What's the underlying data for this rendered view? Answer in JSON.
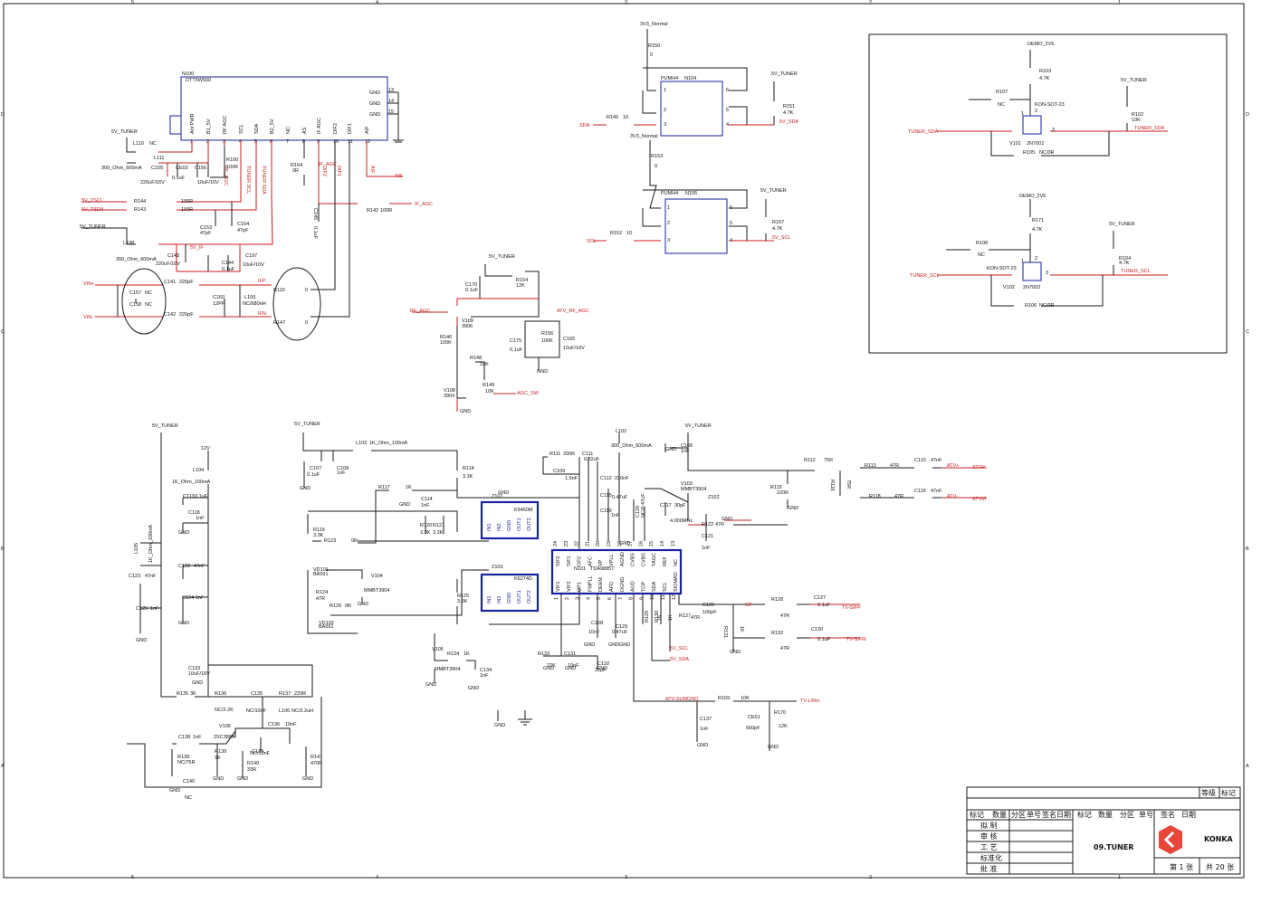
{
  "colors": {
    "wire": "#1a1a1a",
    "component": "#1a22a0",
    "net": "#c81e1e",
    "logo": "#e8463a"
  },
  "border": {
    "top": [
      "5",
      "4",
      "3",
      "2",
      "1"
    ],
    "bottom": [
      "5",
      "4",
      "3",
      "2",
      "1"
    ],
    "left": [
      "D",
      "C",
      "B",
      "A"
    ],
    "right": [
      "D",
      "C",
      "B",
      "A"
    ]
  },
  "tuner": {
    "ref": "N100",
    "part": "DTT5W500",
    "pins": [
      "Ant PWR",
      "B1_5V",
      "RF AGC",
      "SCL",
      "SDA",
      "B2_5V",
      "NC",
      "AS",
      "IF AGC",
      "DIF2",
      "DIF1",
      "AIF"
    ],
    "pin_numbers": [
      "1",
      "2",
      "3",
      "4",
      "5",
      "6",
      "7",
      "8",
      "9",
      "10",
      "11",
      "12"
    ],
    "gnd_pins": [
      "GND",
      "GND",
      "GND"
    ],
    "gnd_numbers": [
      "13",
      "14",
      "15"
    ],
    "side_labels": [
      "RF_AGC",
      "TUNER SCL",
      "TUNER SDA",
      "DIF1",
      "DIF2",
      "AIF"
    ]
  },
  "nets": [
    "5V_TUNER",
    "5V_TSCL",
    "5V_TSDA",
    "VIN+",
    "VIN-",
    "IFP",
    "IFN",
    "5V_IF",
    "IF_AGC",
    "RF_AGC",
    "ATV_RF_AGC",
    "AGC_SW",
    "3V3_Normal",
    "SDA",
    "SCL",
    "5V_SDA",
    "5V_SCL",
    "DEMO_2V5",
    "TUNER_SDA",
    "TUNER_SCL",
    "12V",
    "AIF",
    "ATV+",
    "ATV-",
    "ATVP",
    "ATVM",
    "SIF",
    "TV-SIFP",
    "TV-SIFM",
    "ATV-SUMONO",
    "TV-L/Rin",
    "5V_SCL",
    "5V_SDA",
    "GND"
  ],
  "components": [
    {
      "ref": "L110",
      "value": "NC"
    },
    {
      "ref": "L111",
      "value": "300_Ohm_600mA"
    },
    {
      "ref": "C155",
      "value": "220uF/16V"
    },
    {
      "ref": "CE02",
      "value": "0.1uF"
    },
    {
      "ref": "C156",
      "value": "10uF/10V"
    },
    {
      "ref": "R100",
      "value": "100R"
    },
    {
      "ref": "R164",
      "value": "0R"
    },
    {
      "ref": "R144",
      "value": "100R"
    },
    {
      "ref": "R143",
      "value": "100R"
    },
    {
      "ref": "C153",
      "value": "47pF"
    },
    {
      "ref": "C154",
      "value": "47pF"
    },
    {
      "ref": "C145",
      "value": "0.1uF"
    },
    {
      "ref": "R142",
      "value": "100R"
    },
    {
      "ref": "L198",
      "value": "300_Ohm_600mA"
    },
    {
      "ref": "C143",
      "value": "220uF/16V"
    },
    {
      "ref": "C144",
      "value": "0.1uF"
    },
    {
      "ref": "C197",
      "value": "10uF/10V"
    },
    {
      "ref": "C141",
      "value": "220pF"
    },
    {
      "ref": "C157",
      "value": "NC"
    },
    {
      "ref": "C158",
      "value": "NC"
    },
    {
      "ref": "C142",
      "value": "220pF"
    },
    {
      "ref": "C160",
      "value": "12PF"
    },
    {
      "ref": "L109",
      "value": "NC/680nH"
    },
    {
      "ref": "R110",
      "value": "0"
    },
    {
      "ref": "R147",
      "value": "0"
    },
    {
      "ref": "C170",
      "value": "0.1uF"
    },
    {
      "ref": "R154",
      "value": "12K"
    },
    {
      "ref": "V109",
      "value": "3906"
    },
    {
      "ref": "R146",
      "value": "100K"
    },
    {
      "ref": "R148",
      "value": "10K"
    },
    {
      "ref": "R149",
      "value": "10K"
    },
    {
      "ref": "V108",
      "value": "3904"
    },
    {
      "ref": "C175",
      "value": "0.1uF"
    },
    {
      "ref": "R156",
      "value": "100K"
    },
    {
      "ref": "C165",
      "value": "10uF/16V"
    },
    {
      "ref": "R150",
      "value": "0"
    },
    {
      "ref": "N104",
      "value": "PUMH4"
    },
    {
      "ref": "R145",
      "value": "10"
    },
    {
      "ref": "R151",
      "value": "4.7K"
    },
    {
      "ref": "R153",
      "value": "0"
    },
    {
      "ref": "N105",
      "value": "PUMH4"
    },
    {
      "ref": "R152",
      "value": "10"
    },
    {
      "ref": "R157",
      "value": "4.7K"
    },
    {
      "ref": "R103",
      "value": "4.7K"
    },
    {
      "ref": "R107",
      "value": "NC"
    },
    {
      "ref": "R102",
      "value": "10K"
    },
    {
      "ref": "V101",
      "value": "2N7002"
    },
    {
      "ref": "R105",
      "value": "NC/0R"
    },
    {
      "ref": "R171",
      "value": "4.7K"
    },
    {
      "ref": "R108",
      "value": "NC"
    },
    {
      "ref": "R104",
      "value": "4.7K"
    },
    {
      "ref": "V102",
      "value": "2N7002"
    },
    {
      "ref": "R106",
      "value": "NC/0R"
    },
    {
      "ref": "L104",
      "value": "1K_Ohm_100mA"
    },
    {
      "ref": "C113",
      "value": "0.1uF"
    },
    {
      "ref": "C118",
      "value": "1nF"
    },
    {
      "ref": "L105",
      "value": "1K_Ohm_100mA"
    },
    {
      "ref": "C123",
      "value": "47nF"
    },
    {
      "ref": "C122",
      "value": "47nF"
    },
    {
      "ref": "C125",
      "value": "1nF"
    },
    {
      "ref": "C124",
      "value": "1nF"
    },
    {
      "ref": "C133",
      "value": "10uF/16V"
    },
    {
      "ref": "R135",
      "value": "3K"
    },
    {
      "ref": "R136",
      "value": "NC/2.2K"
    },
    {
      "ref": "C135",
      "value": "NC/10nF"
    },
    {
      "ref": "R137",
      "value": "220R"
    },
    {
      "ref": "L106",
      "value": "NC/2.2uH"
    },
    {
      "ref": "C136",
      "value": "10nF"
    },
    {
      "ref": "V106",
      "value": "2SC388A"
    },
    {
      "ref": "C138",
      "value": "1nF"
    },
    {
      "ref": "R138",
      "value": "NC/75R"
    },
    {
      "ref": "R139",
      "value": "1K"
    },
    {
      "ref": "C139",
      "value": "NC/10nF"
    },
    {
      "ref": "R140",
      "value": "33R"
    },
    {
      "ref": "R141",
      "value": "470R"
    },
    {
      "ref": "C140",
      "value": "NC"
    },
    {
      "ref": "L103",
      "value": "1K_Ohm_100mA"
    },
    {
      "ref": "C107",
      "value": "0.1uF"
    },
    {
      "ref": "C108",
      "value": "1nF"
    },
    {
      "ref": "R114",
      "value": "3.3K"
    },
    {
      "ref": "R117",
      "value": "1K"
    },
    {
      "ref": "C114",
      "value": "1nF"
    },
    {
      "ref": "Z101",
      "value": "K9450M"
    },
    {
      "ref": "R119",
      "value": "3.3K"
    },
    {
      "ref": "R123",
      "value": "0R"
    },
    {
      "ref": "R120",
      "value": "3.3K"
    },
    {
      "ref": "R121",
      "value": "3.3K"
    },
    {
      "ref": "VD101",
      "value": "BA591"
    },
    {
      "ref": "V104",
      "value": "MMBT3904"
    },
    {
      "ref": "R124",
      "value": "47R"
    },
    {
      "ref": "R126",
      "value": "0R"
    },
    {
      "ref": "VD102",
      "value": "BA591"
    },
    {
      "ref": "Z103",
      "value": "K6274D"
    },
    {
      "ref": "R125",
      "value": "3.3K"
    },
    {
      "ref": "V105",
      "value": "MMBT3904"
    },
    {
      "ref": "R134",
      "value": "1K"
    },
    {
      "ref": "C134",
      "value": "1nF"
    },
    {
      "ref": "L102",
      "value": "300_Ohm_600mA"
    },
    {
      "ref": "C106",
      "value": "1nF"
    },
    {
      "ref": "R111",
      "value": "330R"
    },
    {
      "ref": "C111",
      "value": "0.22uF"
    },
    {
      "ref": "C109",
      "value": "1.5nF"
    },
    {
      "ref": "C112",
      "value": "220nF"
    },
    {
      "ref": "C115",
      "value": "0.47uF"
    },
    {
      "ref": "C119",
      "value": "1nF"
    },
    {
      "ref": "C120",
      "value": "NC/0.47uF"
    },
    {
      "ref": "C117",
      "value": "30pF"
    },
    {
      "ref": "Z102",
      "value": "4.000MHz"
    },
    {
      "ref": "R122",
      "value": "47R"
    },
    {
      "ref": "C121",
      "value": "1nF"
    },
    {
      "ref": "V103",
      "value": "MMBT3904"
    },
    {
      "ref": "R112",
      "value": "75R"
    },
    {
      "ref": "R115",
      "value": "220R"
    },
    {
      "ref": "R116",
      "value": "75R"
    },
    {
      "ref": "R113",
      "value": "47R"
    },
    {
      "ref": "C110",
      "value": "47nF"
    },
    {
      "ref": "R118",
      "value": "47R"
    },
    {
      "ref": "C116",
      "value": "47nF"
    },
    {
      "ref": "N101",
      "value": "TDA9885T"
    },
    {
      "ref": "R127",
      "value": "47R"
    },
    {
      "ref": "C126",
      "value": "100pF"
    },
    {
      "ref": "R128",
      "value": "47R"
    },
    {
      "ref": "C127",
      "value": "0.1uF"
    },
    {
      "ref": "R131",
      "value": "1K"
    },
    {
      "ref": "R132",
      "value": "47R"
    },
    {
      "ref": "C130",
      "value": "0.1uF"
    },
    {
      "ref": "R129",
      "value": "1K"
    },
    {
      "ref": "R130",
      "value": "1K"
    },
    {
      "ref": "C128",
      "value": "10nF"
    },
    {
      "ref": "C129",
      "value": "0.47uF"
    },
    {
      "ref": "R133",
      "value": "22K"
    },
    {
      "ref": "C131",
      "value": "10nF"
    },
    {
      "ref": "C132",
      "value": "22pF"
    },
    {
      "ref": "R169",
      "value": "10K"
    },
    {
      "ref": "C137",
      "value": "1nF"
    },
    {
      "ref": "R170",
      "value": "12K"
    },
    {
      "ref": "CE01",
      "value": "560pF"
    }
  ],
  "ic_n101": {
    "ref": "N101",
    "part": "TDA9885T",
    "top_pins": [
      "SIF2",
      "SIF1",
      "OP2",
      "AFC",
      "VP",
      "VPLL",
      "AGND",
      "CVBS",
      "CVBS",
      "TAGC",
      "REF",
      "NC"
    ],
    "bottom_pins": [
      "VIF1",
      "VIF2",
      "OP1",
      "FMPLL",
      "DEEM",
      "AFD",
      "DGND",
      "AUD",
      "TOP",
      "SDA",
      "SCL",
      "SIOMAD"
    ],
    "top_nums": [
      "24",
      "23",
      "22",
      "21",
      "20",
      "19",
      "18",
      "17",
      "16",
      "15",
      "14",
      "13"
    ],
    "bottom_nums": [
      "1",
      "2",
      "3",
      "4",
      "5",
      "6",
      "7",
      "8",
      "9",
      "10",
      "11",
      "12"
    ]
  },
  "saw_pins": [
    "IN1",
    "IN2",
    "GND",
    "OUT1",
    "OUT2"
  ],
  "pumh_pins": [
    "1",
    "2",
    "3",
    "4",
    "5",
    "6"
  ],
  "mos_part": "KON-SOT-23",
  "mos_pins": [
    "1",
    "2",
    "3"
  ],
  "title_block": {
    "header_row": [
      "标记",
      "数量",
      "分区",
      "单号",
      "签名",
      "日期",
      "标记",
      "数量",
      "分区",
      "单号",
      "签名",
      "日期"
    ],
    "rows": [
      "拟 制",
      "审 核",
      "工 艺",
      "标准化",
      "批 准"
    ],
    "grade": "等级",
    "mark": "标记",
    "drawing_title": "09.TUNER",
    "company": "KONKA",
    "sheet": "第 1 张",
    "total": "共 20 张"
  }
}
